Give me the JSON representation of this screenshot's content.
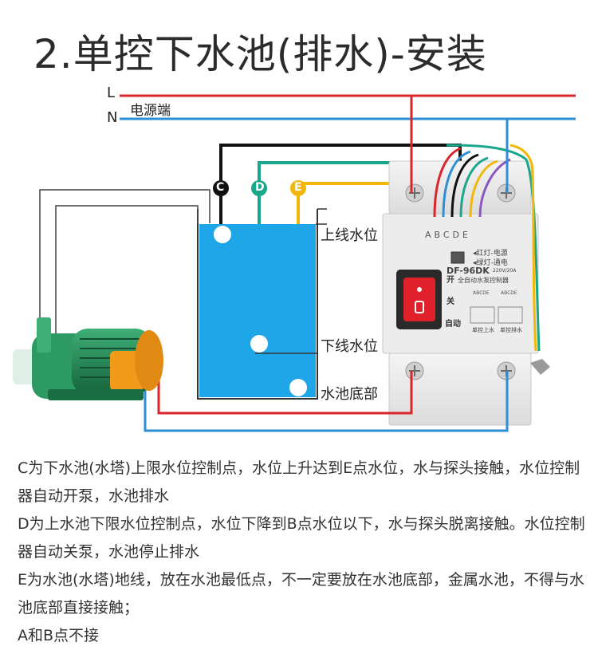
{
  "title": "2.单控下水池(排水)-安装",
  "power": {
    "l_label": "L",
    "n_label": "N",
    "source_label": "电源端"
  },
  "probes": [
    "C",
    "D",
    "E"
  ],
  "levels": {
    "upper": "上线水位",
    "lower": "下线水位",
    "bottom": "水池底部"
  },
  "controller": {
    "terminals": "ABCDE",
    "model": "DF-96DK",
    "rating": "220V/20A",
    "name": "全自动水泵控制器",
    "red_led": "◂红灯-电源",
    "green_led": "◂绿灯-通电",
    "switch_on": "开",
    "switch_off": "关",
    "switch_auto": "自动",
    "scheme_codes_1": "ABCDE",
    "scheme_codes_2": "ABCDE",
    "scheme_1": "单控上水",
    "scheme_2": "单控排水"
  },
  "colors": {
    "live": "#d8262b",
    "neutral": "#2e8fd6",
    "probe_c": "#111111",
    "probe_d": "#1aa68b",
    "probe_e": "#f2b70a",
    "water": "#1ea6e8"
  },
  "description": [
    "C为下水池(水塔)上限水位控制点，水位上升达到E点水位，水与探头接触，水位控制器自动开泵，水池排水",
    "D为上水池下限水位控制点，水位下降到B点水位以下，水与探头脱离接触。水位控制器自动关泵，水池停止排水",
    "E为水池(水塔)地线，放在水池最低点，不一定要放在水池底部，金属水池，不得与水池底部直接接触；",
    "A和B点不接"
  ]
}
